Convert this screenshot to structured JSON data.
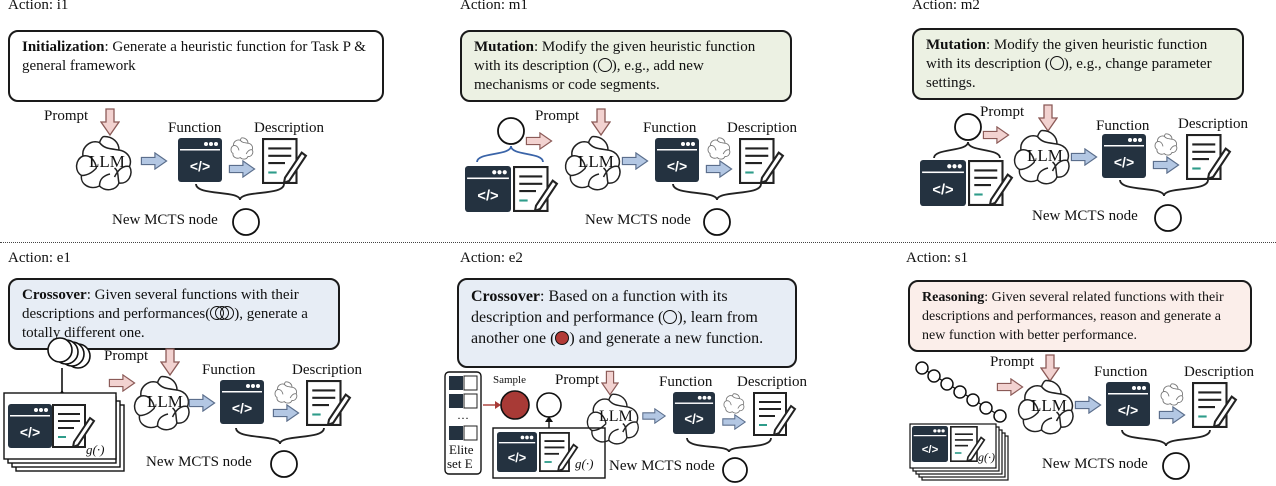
{
  "colors": {
    "box_plain": "#ffffff",
    "box_mutation": "#ecf1e3",
    "box_crossover": "#e7edf5",
    "box_reasoning": "#fbeeea",
    "arrow_fill": "#b3c7e3",
    "prompt_arrow_fill": "#f2d2d0",
    "code_card": "#243240",
    "sample_red": "#a83a36",
    "description_accent": "#2e9c8a"
  },
  "icons": [
    "llm-openai-knot-icon",
    "code-window-icon",
    "description-document-icon",
    "mcts-node-circle-icon",
    "brace-icon",
    "elite-set-list-icon"
  ],
  "panels": [
    {
      "action": "Action: i1",
      "title": "Initialization",
      "text": ": Generate a heuristic function for Task P & general framework",
      "prompt_label": "Prompt",
      "llm_label": "LLM",
      "function_label": "Function",
      "description_label": "Description",
      "node_label": "New MCTS node"
    },
    {
      "action": "Action: m1",
      "title": "Mutation",
      "text_before": ": Modify the given heuristic function with its description (",
      "text_after": "), e.g., add new mechanisms or code segments.",
      "prompt_label": "Prompt",
      "llm_label": "LLM",
      "function_label": "Function",
      "description_label": "Description",
      "node_label": "New MCTS node"
    },
    {
      "action": "Action: m2",
      "title": "Mutation",
      "text_before": ": Modify the given heuristic function with its description (",
      "text_after": "), e.g., change parameter settings.",
      "prompt_label": "Prompt",
      "llm_label": "LLM",
      "function_label": "Function",
      "description_label": "Description",
      "node_label": "New MCTS node"
    },
    {
      "action": "Action: e1",
      "title": "Crossover",
      "text_before": ": Given several functions with their descriptions and performances(",
      "text_after": "), generate a totally different one.",
      "prompt_label": "Prompt",
      "llm_label": "LLM",
      "function_label": "Function",
      "description_label": "Description",
      "node_label": "New MCTS node",
      "g_label": "g(·)"
    },
    {
      "action": "Action: e2",
      "title": "Crossover",
      "text_before": ": Based on a function with its description and performance (",
      "text_middle": "), learn from another one (",
      "text_after": ") and generate a new function.",
      "prompt_label": "Prompt",
      "llm_label": "LLM",
      "function_label": "Function",
      "description_label": "Description",
      "node_label": "New MCTS node",
      "sample_label": "Sample",
      "elite_label": "Elite",
      "elite_set_label": "set E",
      "g_label": "g(·)"
    },
    {
      "action": "Action: s1",
      "title": "Reasoning",
      "text": ": Given several related functions with their descriptions and performances, reason and generate a new function with better performance.",
      "prompt_label": "Prompt",
      "llm_label": "LLM",
      "function_label": "Function",
      "description_label": "Description",
      "node_label": "New MCTS node",
      "g_label": "g(·)"
    }
  ]
}
